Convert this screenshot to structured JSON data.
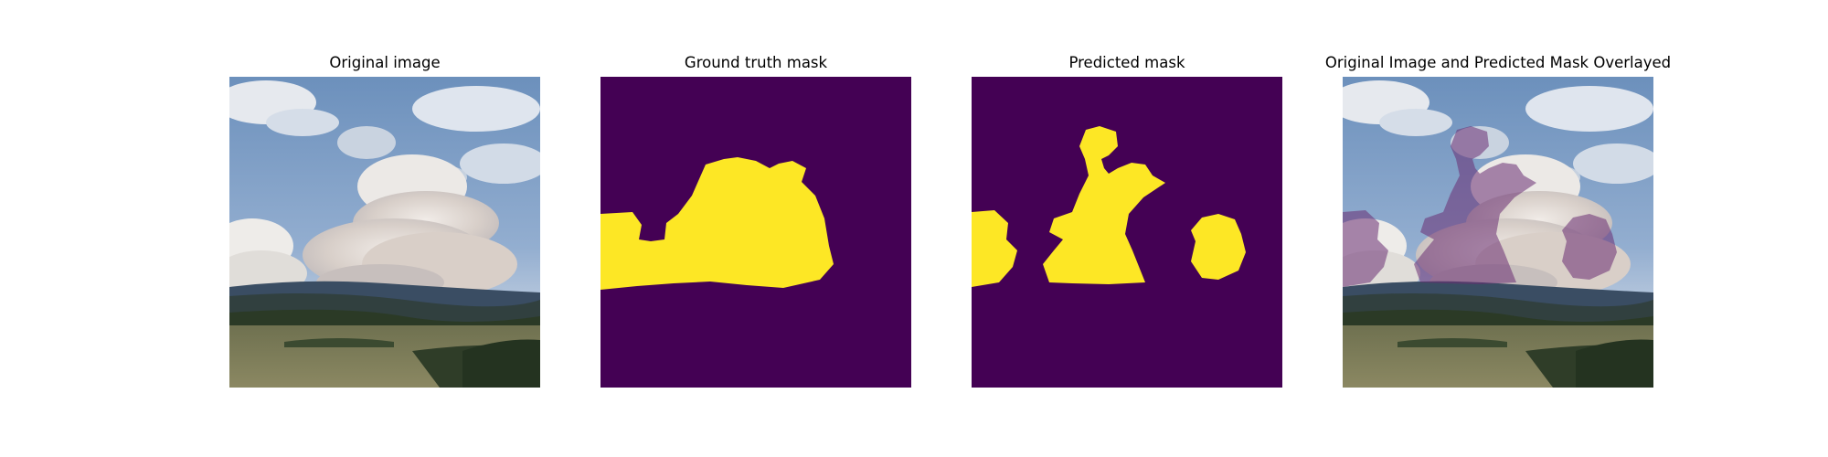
{
  "figure": {
    "panels": [
      {
        "title": "Original image"
      },
      {
        "title": "Ground truth mask"
      },
      {
        "title": "Predicted mask"
      },
      {
        "title": "Original Image and Predicted Mask Overlayed"
      }
    ]
  },
  "colors": {
    "mask_background": "#440154",
    "mask_foreground": "#fde725",
    "overlay_tint": "#6a3d7a",
    "sky_top": "#6c90bc",
    "sky_horizon": "#a8c0da",
    "cloud": "#e8e6e4",
    "smoke": "#cdc3bc",
    "distant_hills": "#3a4d63",
    "forest": "#2b3a26",
    "meadow": "#7d7c58"
  },
  "image_description_icons": [
    "landscape-photo",
    "segmentation-mask",
    "segmentation-mask",
    "overlay-photo"
  ]
}
